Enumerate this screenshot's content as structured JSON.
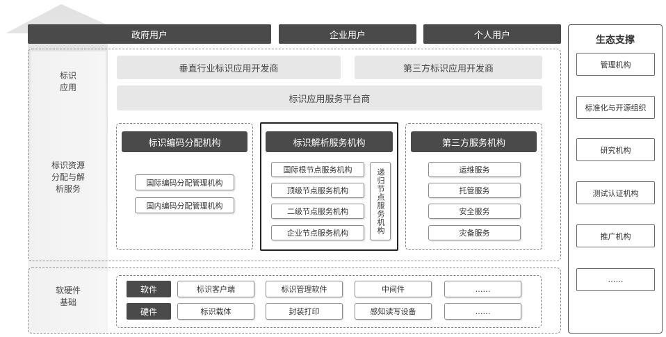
{
  "users": [
    "政府用户",
    "企业用户",
    "个人用户"
  ],
  "identification_app": {
    "label_lines": [
      "标识",
      "应用"
    ],
    "developers": [
      "垂直行业标识应用开发商",
      "第三方标识应用开发商"
    ],
    "platform": "标识应用服务平台商"
  },
  "resource": {
    "label_lines": [
      "标识资源",
      "分配与解",
      "析服务"
    ],
    "encoding": {
      "title": "标识编码分配机构",
      "items": [
        "国际编码分配管理机构",
        "国内编码分配管理机构"
      ]
    },
    "resolution": {
      "title": "标识解析服务机构",
      "items": [
        "国际根节点服务机构",
        "顶级节点服务机构",
        "二级节点服务机构",
        "企业节点服务机构"
      ],
      "recursive": "递归节点服务机构"
    },
    "third_party": {
      "title": "第三方服务机构",
      "items": [
        "运维服务",
        "托管服务",
        "安全服务",
        "灾备服务"
      ]
    }
  },
  "infra": {
    "label_lines": [
      "软硬件",
      "基础"
    ],
    "software": {
      "tag": "软件",
      "items": [
        "标识客户端",
        "标识管理软件",
        "中间件",
        "……"
      ]
    },
    "hardware": {
      "tag": "硬件",
      "items": [
        "标识载体",
        "封装打印",
        "感知读写设备",
        "……"
      ]
    }
  },
  "ecosystem": {
    "title": "生态支撑",
    "items": [
      "管理机构",
      "标准化与开源组织",
      "研究机构",
      "测试认证机构",
      "推广机构",
      "……"
    ]
  }
}
